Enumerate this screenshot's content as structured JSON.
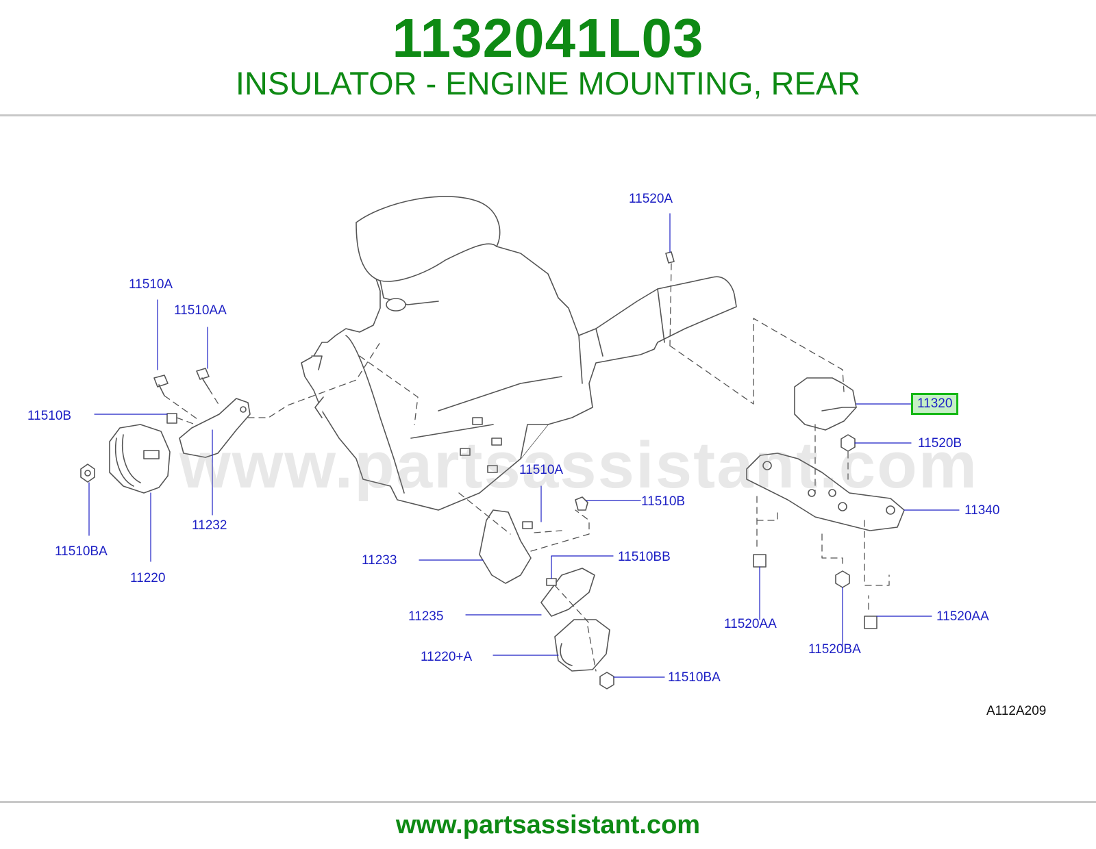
{
  "header": {
    "part_number": "1132041L03",
    "description": "INSULATOR - ENGINE MOUNTING, REAR"
  },
  "watermark": "www.partsassistant.com",
  "diagram": {
    "reference_code": "A112A209",
    "highlighted_part": "11320",
    "callouts": {
      "c_11520A": "11520A",
      "c_11510A_left": "11510A",
      "c_11510AA": "11510AA",
      "c_11510B_left": "11510B",
      "c_11232": "11232",
      "c_11510BA_left": "11510BA",
      "c_11220": "11220",
      "c_11510A_mid": "11510A",
      "c_11510B_mid": "11510B",
      "c_11233": "11233",
      "c_11510BB": "11510BB",
      "c_11235": "11235",
      "c_11220A": "11220+A",
      "c_11510BA_mid": "11510BA",
      "c_11320": "11320",
      "c_11520B": "11520B",
      "c_11340": "11340",
      "c_11520AA_left": "11520AA",
      "c_11520BA": "11520BA",
      "c_11520AA_right": "11520AA"
    }
  },
  "footer": {
    "url": "www.partsassistant.com"
  },
  "colors": {
    "title_green": "#0e8a14",
    "callout_blue": "#1b1ec4",
    "highlight_border": "#14b814",
    "highlight_fill": "#c6f0c6"
  }
}
